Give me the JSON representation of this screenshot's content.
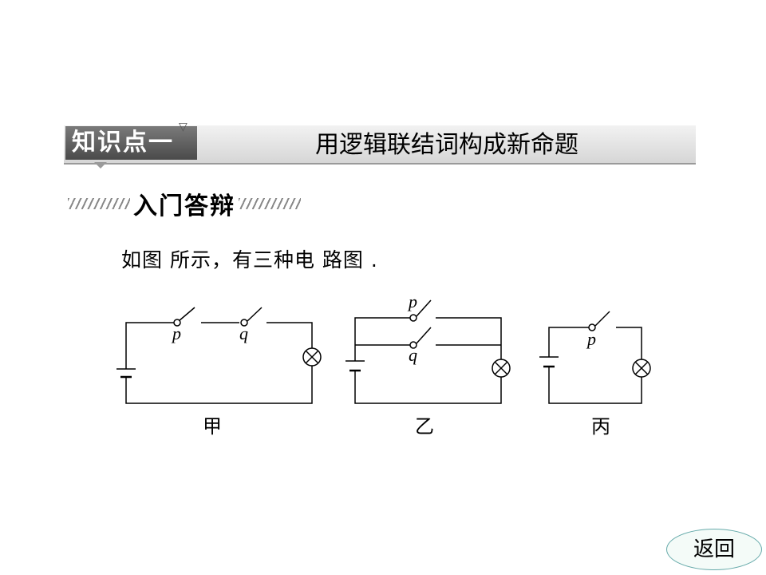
{
  "header": {
    "tag": "知识点一",
    "title": "用逻辑联结词构成新命题"
  },
  "subheading": "入门答辩",
  "intro": "如图 所示，有三种电 路图 .",
  "circuits": {
    "jia": {
      "caption": "甲",
      "switch_labels": [
        "p",
        "q"
      ]
    },
    "yi": {
      "caption": "乙",
      "switch_labels": [
        "p",
        "q"
      ]
    },
    "bing": {
      "caption": "丙",
      "switch_labels": [
        "p"
      ]
    }
  },
  "nav": {
    "back_label": "返回"
  }
}
